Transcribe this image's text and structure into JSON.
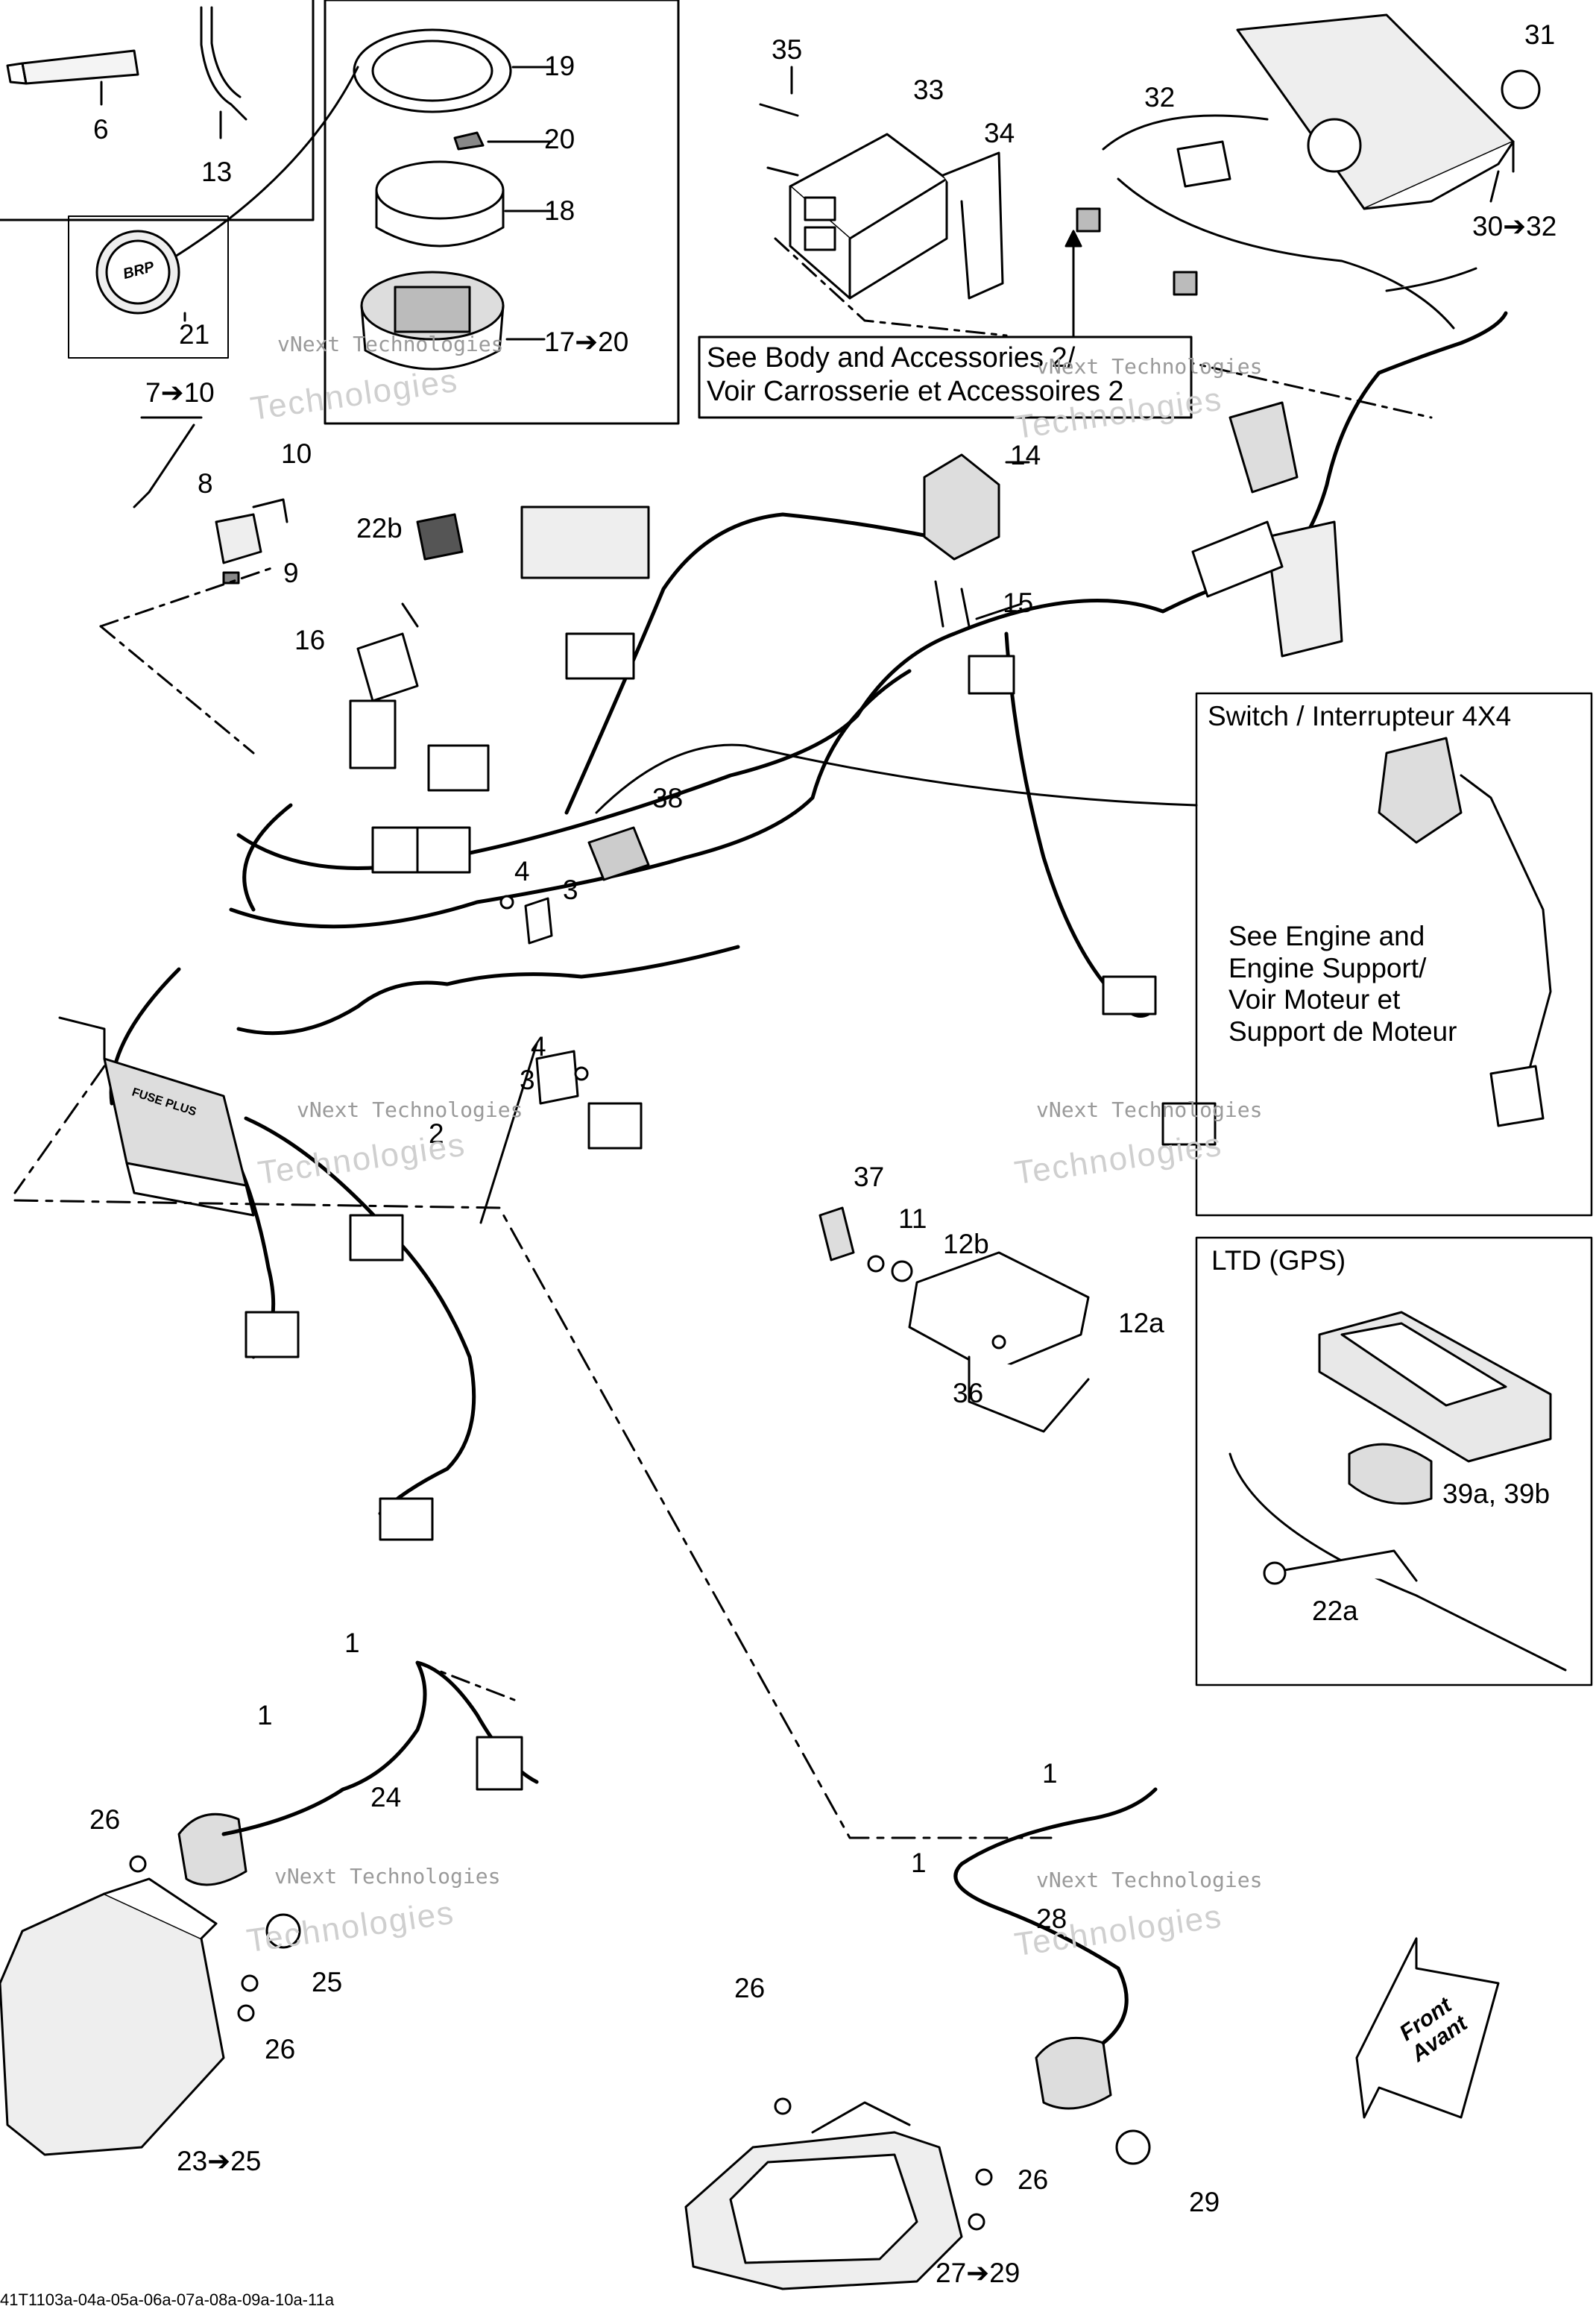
{
  "callouts": {
    "c6": "6",
    "c13": "13",
    "c19": "19",
    "c20": "20",
    "c18": "18",
    "c21": "21",
    "c17_20": "17➔20",
    "c7_10": "7➔10",
    "c10": "10",
    "c8": "8",
    "c9": "9",
    "c22b": "22b",
    "c16": "16",
    "c35": "35",
    "c33": "33",
    "c34": "34",
    "c32": "32",
    "c31": "31",
    "c30_32": "30➔32",
    "c14": "14",
    "c15": "15",
    "c38": "38",
    "c4a": "4",
    "c3a": "3",
    "c4b": "4",
    "c3b": "3",
    "c2": "2",
    "c37": "37",
    "c11": "11",
    "c12b": "12b",
    "c12a": "12a",
    "c36": "36",
    "c39": "39a, 39b",
    "c22a": "22a",
    "c1a": "1",
    "c1b": "1",
    "c24": "24",
    "c26a": "26",
    "c25": "25",
    "c26b": "26",
    "c23_25": "23➔25",
    "c1c": "1",
    "c1d": "1",
    "c28": "28",
    "c26c": "26",
    "c26d": "26",
    "c29": "29",
    "c27_29": "27➔29"
  },
  "notes": {
    "body_accessories_line1": "See Body and Accessories 2/",
    "body_accessories_line2": "Voir Carrosserie et Accessoires 2",
    "switch_title": "Switch / Interrupteur 4X4",
    "engine_line1": "See Engine and",
    "engine_line2": "Engine Support/",
    "engine_line3": "Voir Moteur et",
    "engine_line4": "Support de Moteur",
    "ltd_title": "LTD (GPS)"
  },
  "front": {
    "line1": "Front",
    "line2": "Avant"
  },
  "watermark": {
    "company": "vNext Technologies",
    "tech": "Technologies"
  },
  "document_id": "41T1103a-04a-05a-06a-07a-08a-09a-10a-11a",
  "product_marks": {
    "brp": "BRP",
    "fuse_box": "FUSE PLUS"
  }
}
